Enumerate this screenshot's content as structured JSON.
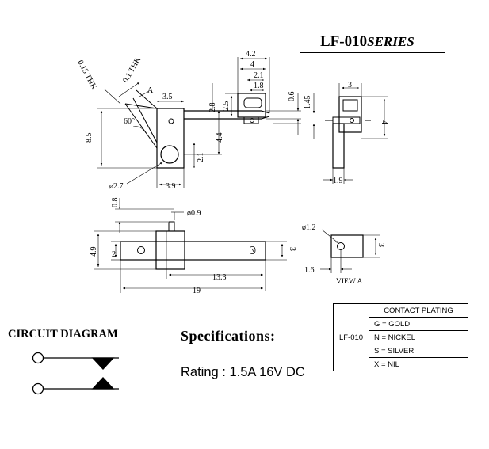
{
  "header": {
    "model": "LF-010",
    "series": "SERIES"
  },
  "top_view": {
    "dims": {
      "d_0_15_thk": "0.15 THK",
      "d_0_1_thk": "0.1 THK",
      "d_a": "A",
      "d_3_5": "3.5",
      "d_60": "60°",
      "d_8_5": "8.5",
      "d_2_8": "2.8",
      "d_2_5": "2.5",
      "d_4_4": "4.4",
      "d_2_1": "2.1",
      "d_dia_2_7": "ø2.7",
      "d_3_9": "3.9",
      "d_4_2": "4.2",
      "d_4": "4",
      "d_2_1b": "2.1",
      "d_1_8": "1.8",
      "d_0_6": "0.6",
      "d_1_45": "1.45"
    }
  },
  "side_view": {
    "dims": {
      "d_3": "3",
      "d_4": "4",
      "d_1_9": "1.9"
    }
  },
  "front_view": {
    "dims": {
      "d_0_8": "0.8",
      "d_dia_0_9": "ø0.9",
      "d_4_9": "4.9",
      "d_2": "2",
      "d_3": "3",
      "d_13_3": "13.3",
      "d_19": "19"
    }
  },
  "view_a": {
    "dims": {
      "d_dia_1_2": "ø1.2",
      "d_3": "3",
      "d_1_6": "1.6"
    },
    "label": "VIEW A"
  },
  "circuit": {
    "title": "CIRCUIT DIAGRAM"
  },
  "specifications": {
    "title": "Specifications:",
    "rating": "Rating : 1.5A 16V DC"
  },
  "plating_table": {
    "model": "LF-010",
    "header": "CONTACT PLATING",
    "options": [
      "G = GOLD",
      "N = NICKEL",
      "S = SILVER",
      "X = NIL"
    ]
  }
}
